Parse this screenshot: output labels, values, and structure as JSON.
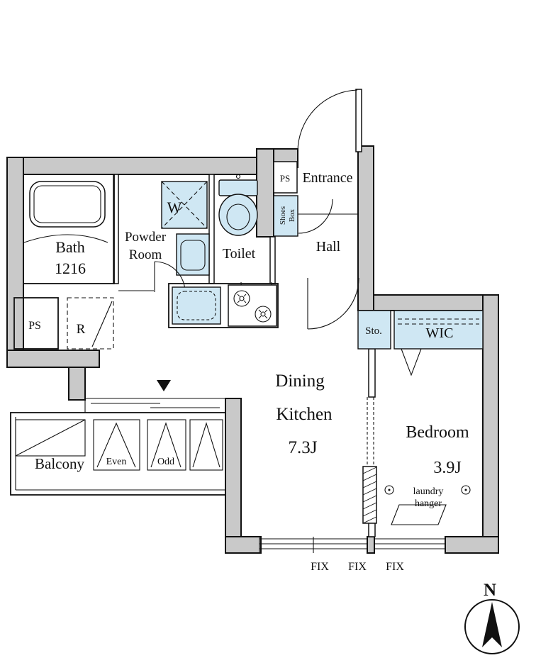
{
  "colors": {
    "background": "#ffffff",
    "wall_fill": "#c9c9c9",
    "fixture_blue": "#cfe7f3",
    "line": "#111111"
  },
  "rooms": {
    "bath_name": "Bath",
    "bath_size": "1216",
    "powder_line1": "Powder",
    "powder_line2": "Room",
    "toilet": "Toilet",
    "entrance": "Entrance",
    "hall": "Hall",
    "dining_line1": "Dining",
    "dining_line2": "Kitchen",
    "dining_size": "7.3J",
    "bedroom_name": "Bedroom",
    "bedroom_size": "3.9J",
    "balcony": "Balcony",
    "wic": "WIC",
    "storage": "Sto."
  },
  "fixtures": {
    "washer": "W",
    "fridge": "R",
    "ps_top": "PS",
    "ps_bottom": "PS",
    "shoes_line1": "Shoes",
    "shoes_line2": "Box",
    "laundry_line1": "laundry",
    "laundry_line2": "hanger"
  },
  "balcony_items": {
    "even": "Even",
    "odd": "Odd"
  },
  "windows": {
    "fix1": "FIX",
    "fix2": "FIX",
    "fix3": "FIX"
  },
  "compass": {
    "north": "N"
  }
}
